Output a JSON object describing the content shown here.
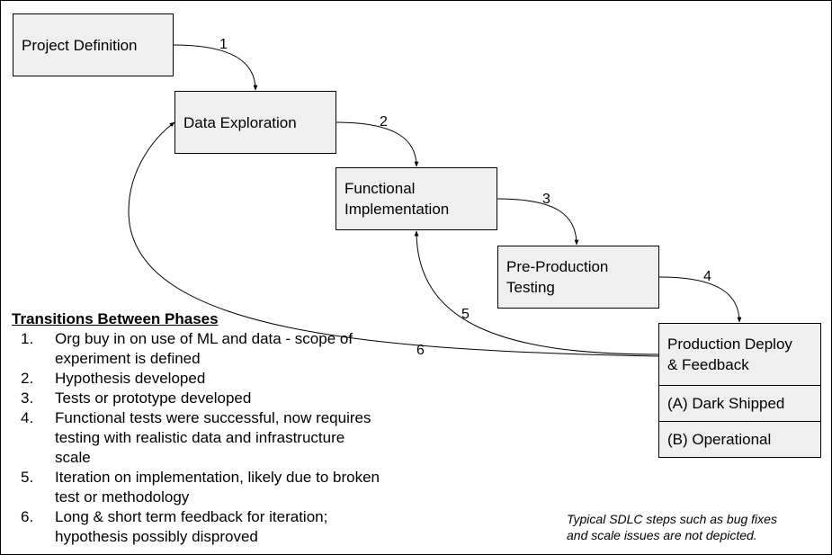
{
  "boxes": {
    "project_definition": "Project Definition",
    "data_exploration": "Data Exploration",
    "functional_implementation": "Functional\nImplementation",
    "pre_production_testing": "Pre-Production\nTesting",
    "production_deploy": "Production Deploy\n& Feedback",
    "dark_shipped": "(A) Dark Shipped",
    "operational": "(B) Operational"
  },
  "transition_labels": [
    "1",
    "2",
    "3",
    "4",
    "5",
    "6"
  ],
  "legend": {
    "title": "Transitions Between Phases",
    "items": [
      {
        "index": "1.",
        "text": "Org buy in on use of ML and data - scope of experiment is defined"
      },
      {
        "index": "2.",
        "text": "Hypothesis developed"
      },
      {
        "index": "3.",
        "text": "Tests or prototype developed"
      },
      {
        "index": "4.",
        "text": "Functional tests were successful, now requires testing with realistic data and infrastructure scale"
      },
      {
        "index": "5.",
        "text": "Iteration on implementation, likely due to broken test or methodology"
      },
      {
        "index": "6.",
        "text": "Long & short term feedback for iteration; hypothesis possibly disproved"
      }
    ]
  },
  "note": "Typical SDLC steps such as bug fixes\nand scale issues are not depicted."
}
